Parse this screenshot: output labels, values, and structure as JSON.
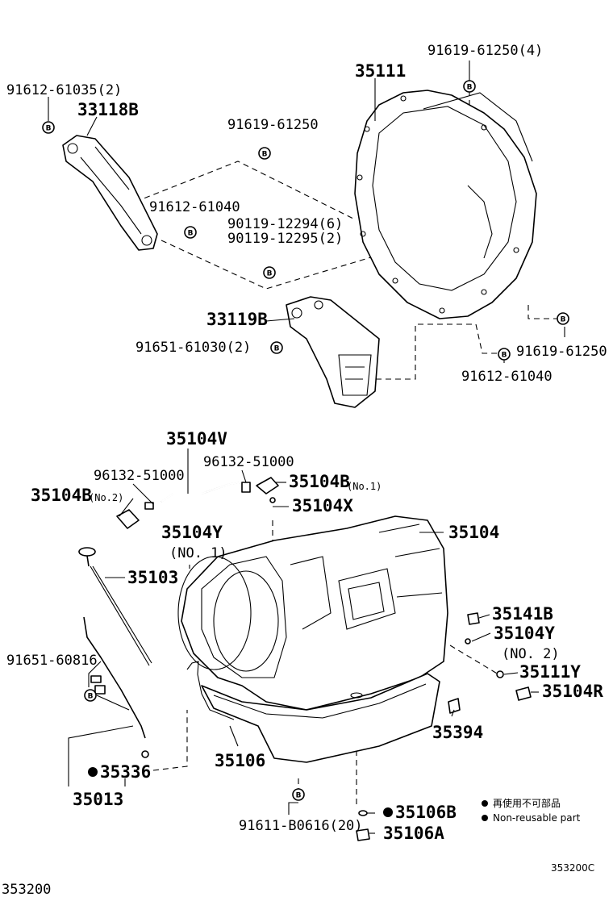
{
  "diagram": {
    "parts": {
      "p_91619_61250_4": "91619-61250(4)",
      "p_35111": "35111",
      "p_91612_61035_2": "91612-61035(2)",
      "p_33118B": "33118B",
      "p_91619_61250_a": "91619-61250",
      "p_91612_61040_a": "91612-61040",
      "p_90119_12294_6": "90119-12294(6)",
      "p_90119_12295_2": "90119-12295(2)",
      "p_33119B": "33119B",
      "p_91651_61030_2": "91651-61030(2)",
      "p_91619_61250_b": "91619-61250",
      "p_91612_61040_b": "91612-61040",
      "p_35104V": "35104V",
      "p_96132_51000_a": "96132-51000",
      "p_96132_51000_b": "96132-51000",
      "p_35104B_no2": "35104B",
      "p_35104B_no2_sub": "(No.2)",
      "p_35104B_no1": "35104B",
      "p_35104B_no1_sub": "(No.1)",
      "p_35104X": "35104X",
      "p_35104Y_1": "35104Y",
      "p_35104Y_1_sub": "(NO. 1)",
      "p_35104": "35104",
      "p_35103": "35103",
      "p_35141B": "35141B",
      "p_35104Y_2": "35104Y",
      "p_35104Y_2_sub": "(NO. 2)",
      "p_91651_60816": "91651-60816",
      "p_35111Y": "35111Y",
      "p_35104R": "35104R",
      "p_35394": "35394",
      "p_35336": "35336",
      "p_35106": "35106",
      "p_35013": "35013",
      "p_91611_B0616_20": "91611-B0616(20)",
      "p_35106B": "35106B",
      "p_35106A": "35106A"
    },
    "badge_letter": "B",
    "legend": {
      "line1": "再使用不可部品",
      "line2": "Non-reusable part"
    },
    "figure_code": "353200C",
    "page_code": "353200"
  }
}
